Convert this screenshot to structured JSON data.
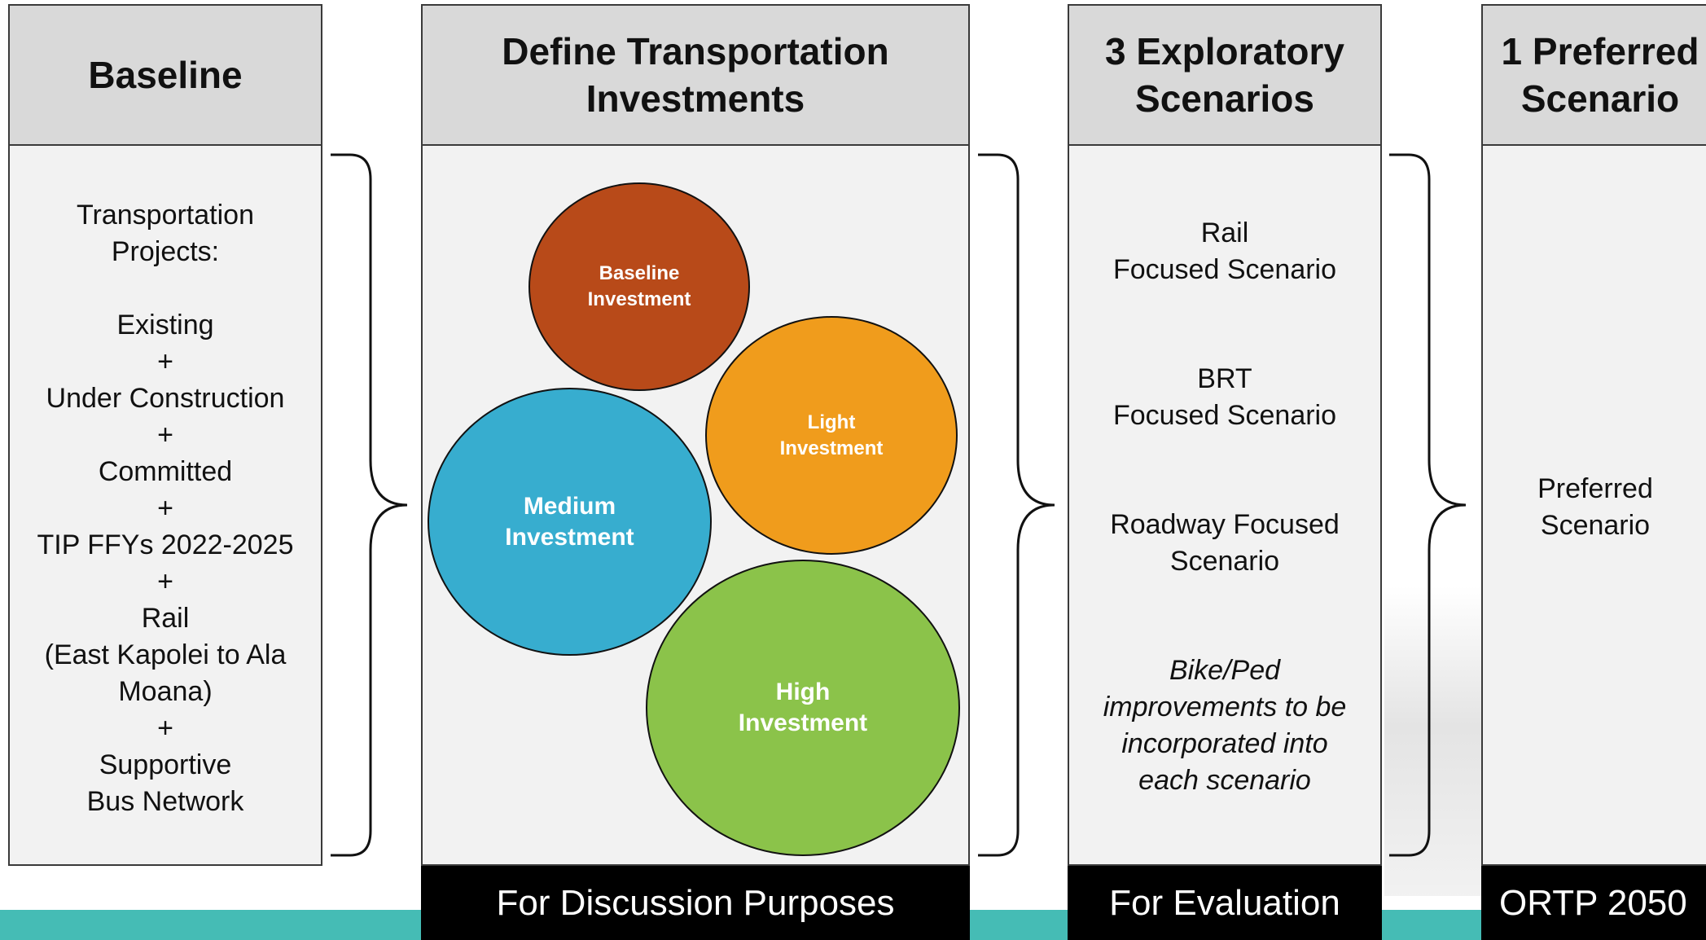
{
  "columns": {
    "baseline": {
      "header": "Baseline",
      "body": "Transportation\nProjects:\n\nExisting\n+\nUnder Construction\n+\nCommitted\n+\nTIP FFYs 2022-2025\n+\nRail\n(East Kapolei to Ala\nMoana)\n+\nSupportive\nBus Network"
    },
    "investments": {
      "header": "Define Transportation\nInvestments",
      "footer": "For Discussion Purposes",
      "circles": [
        {
          "label": "Baseline\nInvestment",
          "color": "#b84a19"
        },
        {
          "label": "Light\nInvestment",
          "color": "#f09c1c"
        },
        {
          "label": "Medium\nInvestment",
          "color": "#37adcf"
        },
        {
          "label": "High\nInvestment",
          "color": "#8bc34a"
        }
      ]
    },
    "exploratory": {
      "header": "3 Exploratory\nScenarios",
      "footer": "For Evaluation",
      "items": [
        "Rail\nFocused Scenario",
        "BRT\nFocused Scenario",
        "Roadway Focused\nScenario",
        "Bike/Ped\nimprovements to be\nincorporated into\neach scenario"
      ]
    },
    "preferred": {
      "header": "1 Preferred\nScenario",
      "body": "Preferred\nScenario",
      "footer": "ORTP 2050"
    }
  },
  "colors": {
    "header_bg": "#d9d9d9",
    "panel_bg": "#f2f2f2",
    "footer_bg": "#000000",
    "teal_bar": "#45bcb5"
  }
}
